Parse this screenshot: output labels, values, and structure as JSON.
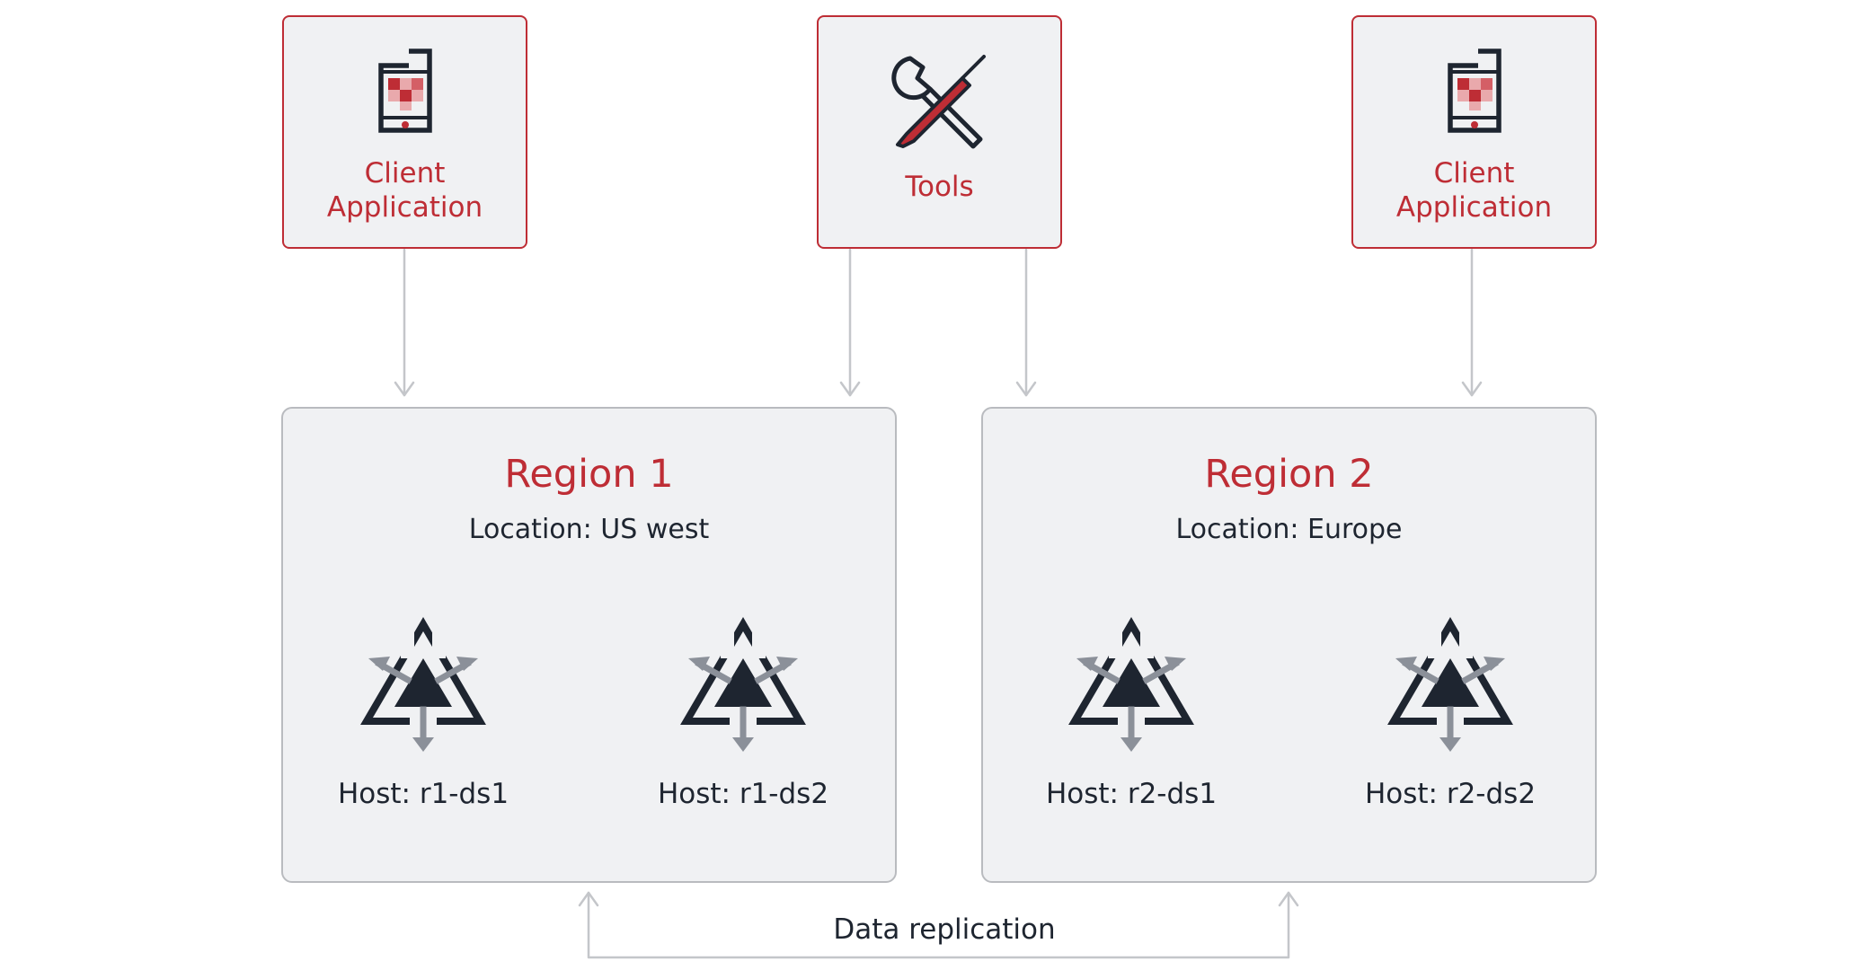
{
  "clients": {
    "left": {
      "label_line1": "Client",
      "label_line2": "Application"
    },
    "right": {
      "label_line1": "Client",
      "label_line2": "Application"
    }
  },
  "tools": {
    "label": "Tools"
  },
  "regions": [
    {
      "title": "Region 1",
      "location": "Location: US west",
      "hosts": [
        {
          "label": "Host: r1-ds1"
        },
        {
          "label": "Host: r1-ds2"
        }
      ]
    },
    {
      "title": "Region 2",
      "location": "Location: Europe",
      "hosts": [
        {
          "label": "Host: r2-ds1"
        },
        {
          "label": "Host: r2-ds2"
        }
      ]
    }
  ],
  "replication": {
    "label": "Data replication"
  },
  "colors": {
    "accent": "#be2d35",
    "dark": "#1e2530",
    "box_fill": "#f0f1f3",
    "region_border": "#b9bbbf",
    "connector": "#c4c6ca",
    "arrow_gray": "#8b9099"
  },
  "icons": {
    "client": "mobile-app-icon",
    "tools": "wrench-screwdriver-icon",
    "host": "replication-node-icon"
  }
}
